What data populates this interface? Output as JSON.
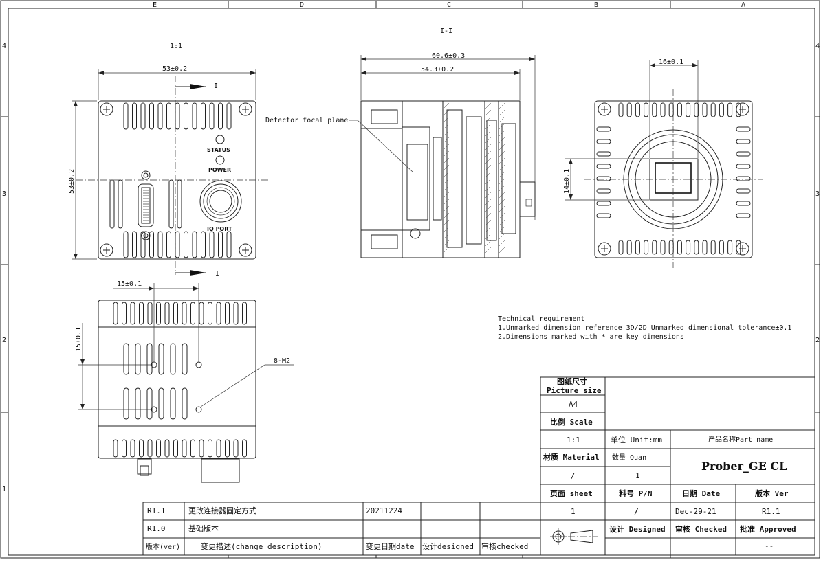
{
  "zones": {
    "columns": [
      "E",
      "D",
      "C",
      "B",
      "A"
    ],
    "rows": [
      "4",
      "3",
      "2",
      "1"
    ]
  },
  "front_view": {
    "scale": "1:1",
    "width_dim": "53±0.2",
    "height_dim": "53±0.2",
    "section_mark": "I",
    "status_label": "STATUS",
    "power_label": "POWER",
    "io_port_label": "IO PORT"
  },
  "section_view": {
    "title": "I-I",
    "overall_length": "60.6±0.3",
    "body_length": "54.3±0.2",
    "callout": "Detector focal plane"
  },
  "rear_view": {
    "lens_width_dim": "16±0.1",
    "lens_height_dim": "14±0.1"
  },
  "bottom_view": {
    "hole_spacing_x": "15±0.1",
    "hole_spacing_y": "15±0.1",
    "thread_callout": "8-M2"
  },
  "technical_requirement": {
    "heading": "Technical requirement",
    "line1": "1.Unmarked dimension reference 3D/2D Unmarked dimensional tolerance±0.1",
    "line2": "2.Dimensions marked with * are key dimensions"
  },
  "title_block": {
    "picture_size_cn": "图纸尺寸",
    "picture_size_en": "Picture size",
    "picture_size_value": "A4",
    "scale_label": "比例 Scale",
    "scale_value": "1:1",
    "unit_label": "单位 Unit:mm",
    "part_name_label": "产品名称Part name",
    "part_name": "Prober_GE CL",
    "material_label": "材质 Material",
    "material_value": "/",
    "quantity_label": "数量 Quan",
    "quantity_value": "1",
    "sheet_label": "页面 sheet",
    "sheet_value": "1",
    "pn_label": "料号 P/N",
    "pn_value": "/",
    "date_label": "日期 Date",
    "date_value": "Dec-29-21",
    "version_label": "版本 Ver",
    "version_value": "R1.1",
    "designed_label": "设计 Designed",
    "checked_label": "审核 Checked",
    "approved_label": "批准 Approved",
    "approved_value": "--"
  },
  "revision_table": {
    "rows": [
      {
        "ver": "R1.1",
        "description": "更改连接器固定方式",
        "date": "20211224",
        "designed": "",
        "checked": ""
      },
      {
        "ver": "R1.0",
        "description": "基础版本",
        "date": "",
        "designed": "",
        "checked": ""
      }
    ],
    "header_ver": "版本(ver)",
    "header_description": "变更描述(change description)",
    "header_date": "变更日期date",
    "header_designed": "设计designed",
    "header_checked": "审核checked"
  }
}
